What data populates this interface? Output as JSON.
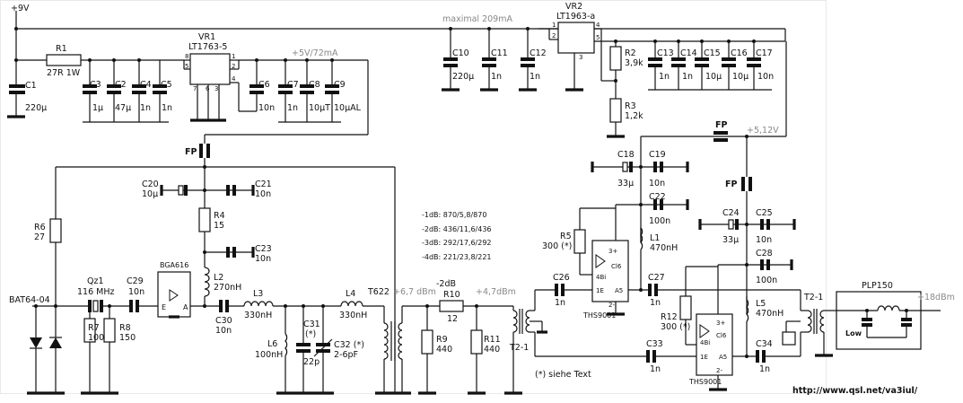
{
  "rail": {
    "vcc": "+9V",
    "max_current": "maximal 209mA",
    "v5": "+5V/72mA",
    "v512": "+5,12V"
  },
  "regulators": {
    "vr1_name": "VR1",
    "vr1_part": "LT1763-5",
    "vr2_name": "VR2",
    "vr2_part": "LT1963-a",
    "vr1_pins": [
      "8",
      "5",
      "1",
      "2",
      "4",
      "7",
      "6",
      "3"
    ],
    "vr2_pins": [
      "1",
      "2",
      "3",
      "4",
      "5"
    ]
  },
  "components": {
    "C1": {
      "name": "C1",
      "val": "220µ"
    },
    "R1": {
      "name": "R1",
      "val": "27R 1W"
    },
    "C3": {
      "name": "C3",
      "val": "1µ"
    },
    "C2": {
      "name": "C2",
      "val": "47µ"
    },
    "C4": {
      "name": "C4",
      "val": "1n"
    },
    "C5": {
      "name": "C5",
      "val": "1n"
    },
    "C6": {
      "name": "C6",
      "val": "10n"
    },
    "C7": {
      "name": "C7",
      "val": "1n"
    },
    "C8": {
      "name": "C8",
      "val": "10µT"
    },
    "C9": {
      "name": "C9",
      "val": "10µAL"
    },
    "C10": {
      "name": "C10",
      "val": "220µ"
    },
    "C11": {
      "name": "C11",
      "val": "1n"
    },
    "C12": {
      "name": "C12",
      "val": "1n"
    },
    "R2": {
      "name": "R2",
      "val": "3,9k"
    },
    "R3": {
      "name": "R3",
      "val": "1,2k"
    },
    "C13": {
      "name": "C13",
      "val": "1n"
    },
    "C14": {
      "name": "C14",
      "val": "1n"
    },
    "C15": {
      "name": "C15",
      "val": "10µ"
    },
    "C16": {
      "name": "C16",
      "val": "10µ"
    },
    "C17": {
      "name": "C17",
      "val": "10n"
    },
    "FP1": {
      "name": "FP"
    },
    "FP2": {
      "name": "FP"
    },
    "FP3": {
      "name": "FP"
    },
    "C20": {
      "name": "C20",
      "val": "10µ"
    },
    "C21": {
      "name": "C21",
      "val": "10n"
    },
    "R4": {
      "name": "R4",
      "val": "15"
    },
    "C23": {
      "name": "C23",
      "val": "10n"
    },
    "R6": {
      "name": "R6",
      "val": "27"
    },
    "L2": {
      "name": "L2",
      "val": "270nH"
    },
    "D1": {
      "name": "BAT64-04"
    },
    "Qz1": {
      "name": "Qz1",
      "val": "116 MHz"
    },
    "C29": {
      "name": "C29",
      "val": "10n"
    },
    "R7": {
      "name": "R7",
      "val": "100"
    },
    "R8": {
      "name": "R8",
      "val": "150"
    },
    "U1": {
      "name": "BGA616",
      "pin_in": "E",
      "pin_out": "A"
    },
    "C30": {
      "name": "C30",
      "val": "10n"
    },
    "L3": {
      "name": "L3",
      "val": "330nH"
    },
    "L4": {
      "name": "L4",
      "val": "330nH"
    },
    "L6": {
      "name": "L6",
      "val": "100nH"
    },
    "C31": {
      "name": "C31",
      "val": "22p",
      "note": "(*)"
    },
    "C32": {
      "name": "C32 (*)",
      "val": "2-6pF"
    },
    "T622": {
      "name": "T622"
    },
    "R10": {
      "name": "R10",
      "val": "12"
    },
    "R9": {
      "name": "R9",
      "val": "440"
    },
    "R11": {
      "name": "R11",
      "val": "440"
    },
    "C18": {
      "name": "C18",
      "val": "33µ"
    },
    "C19": {
      "name": "C19",
      "val": "10n"
    },
    "C22": {
      "name": "C22",
      "val": "100n"
    },
    "R5": {
      "name": "R5",
      "val": "300 (*)"
    },
    "L1": {
      "name": "L1",
      "val": "470nH"
    },
    "C26": {
      "name": "C26",
      "val": "1n"
    },
    "C27": {
      "name": "C27",
      "val": "1n"
    },
    "C24": {
      "name": "C24",
      "val": "33µ"
    },
    "C25": {
      "name": "C25",
      "val": "10n"
    },
    "C28": {
      "name": "C28",
      "val": "100n"
    },
    "R12": {
      "name": "R12",
      "val": "300 (*)"
    },
    "L5": {
      "name": "L5",
      "val": "470nH"
    },
    "C33": {
      "name": "C33",
      "val": "1n"
    },
    "C34": {
      "name": "C34",
      "val": "1n"
    },
    "T21a": {
      "name": "T2-1"
    },
    "T21b": {
      "name": "T2-1"
    },
    "PLP": {
      "name": "PLP150",
      "inner": "Low"
    }
  },
  "amps": {
    "a1": {
      "part": "THS9001",
      "p3": "3+",
      "cl": "Cl6",
      "p4": "4Bi",
      "p1": "1E",
      "p5": "A5",
      "p2": "2-"
    },
    "a2": {
      "part": "THS9001",
      "p3": "3+",
      "cl": "Cl6",
      "p4": "4Bi",
      "p1": "1E",
      "p5": "A5",
      "p2": "2-"
    }
  },
  "levels": {
    "l1": "+6,7 dBm",
    "att": "-2dB",
    "l2": "+4,7dBm",
    "out": "+18dBm"
  },
  "att_table": [
    "-1dB: 870/5,8/870",
    "-2dB: 436/11,6/436",
    "-3dB: 292/17,6/292",
    "-4dB: 221/23,8/221"
  ],
  "notes": {
    "siehe": "(*) siehe Text",
    "url": "http://www.qsl.net/va3iul/"
  }
}
